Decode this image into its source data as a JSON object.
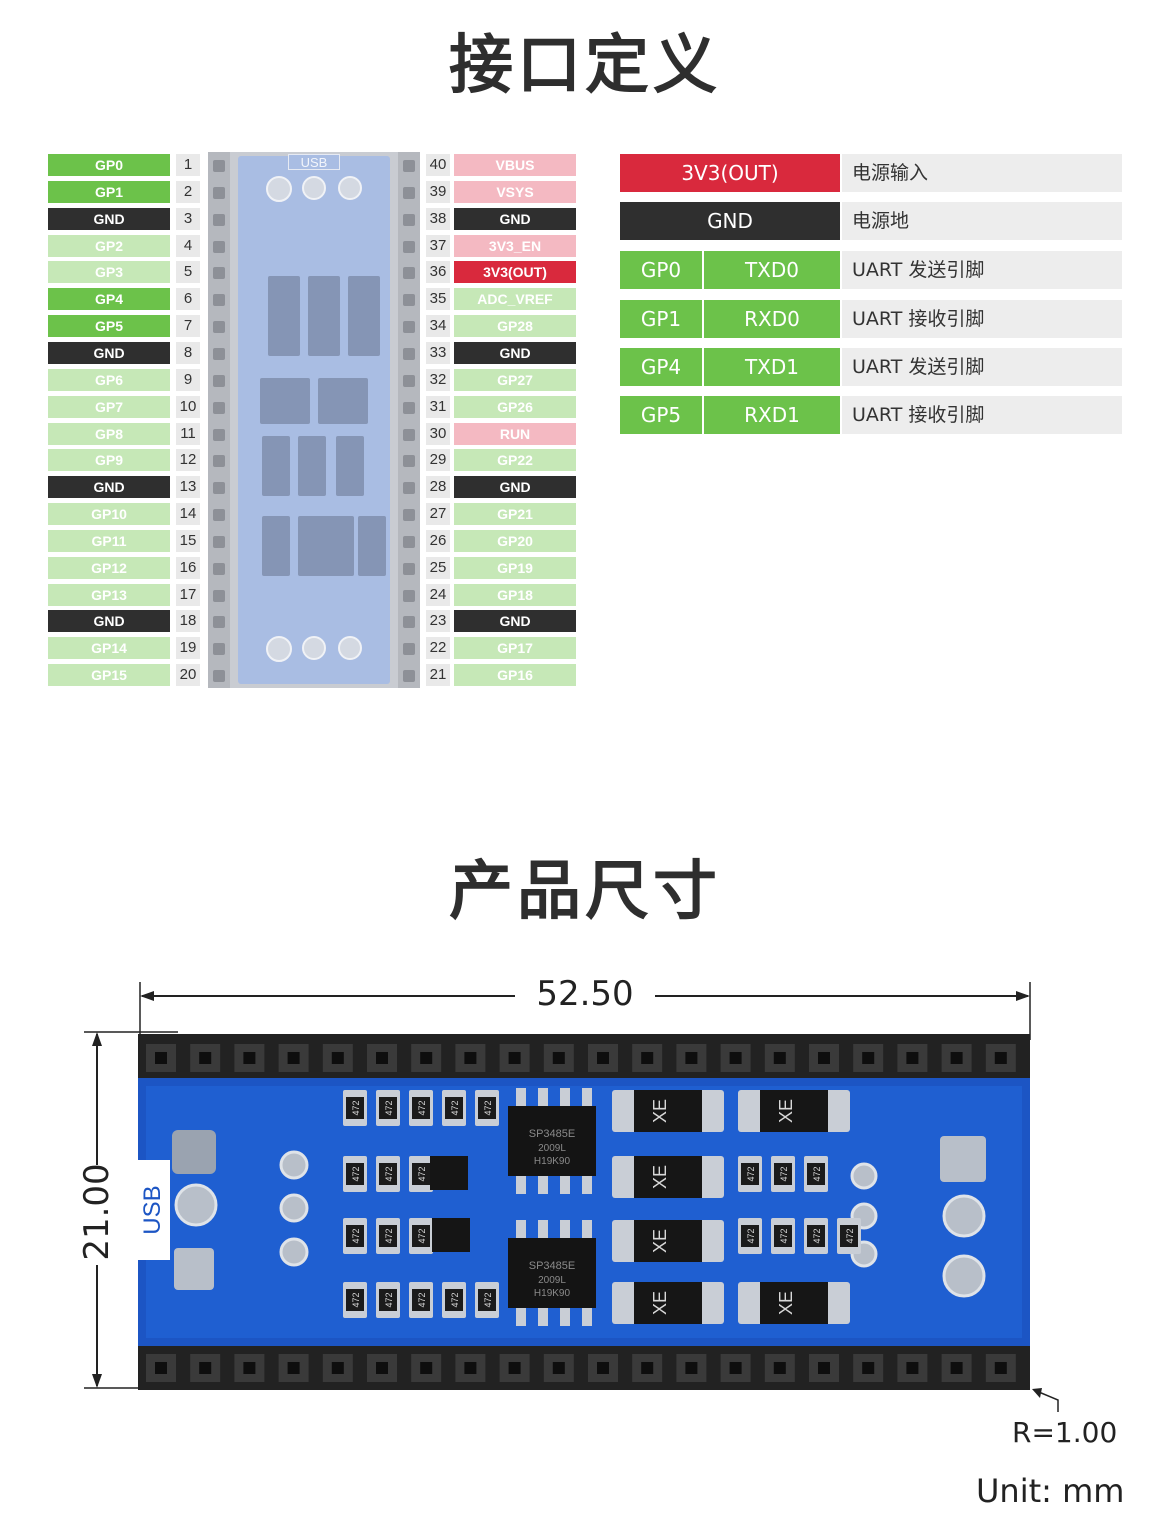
{
  "titles": {
    "interface": "接口定义",
    "dimensions": "产品尺寸"
  },
  "pinout": {
    "left": [
      {
        "label": "GP0",
        "num": "1",
        "type": "gp-strong"
      },
      {
        "label": "GP1",
        "num": "2",
        "type": "gp-strong"
      },
      {
        "label": "GND",
        "num": "3",
        "type": "gnd"
      },
      {
        "label": "GP2",
        "num": "4",
        "type": "gp-light"
      },
      {
        "label": "GP3",
        "num": "5",
        "type": "gp-light"
      },
      {
        "label": "GP4",
        "num": "6",
        "type": "gp-strong"
      },
      {
        "label": "GP5",
        "num": "7",
        "type": "gp-strong"
      },
      {
        "label": "GND",
        "num": "8",
        "type": "gnd"
      },
      {
        "label": "GP6",
        "num": "9",
        "type": "gp-light"
      },
      {
        "label": "GP7",
        "num": "10",
        "type": "gp-light"
      },
      {
        "label": "GP8",
        "num": "11",
        "type": "gp-light"
      },
      {
        "label": "GP9",
        "num": "12",
        "type": "gp-light"
      },
      {
        "label": "GND",
        "num": "13",
        "type": "gnd"
      },
      {
        "label": "GP10",
        "num": "14",
        "type": "gp-light"
      },
      {
        "label": "GP11",
        "num": "15",
        "type": "gp-light"
      },
      {
        "label": "GP12",
        "num": "16",
        "type": "gp-light"
      },
      {
        "label": "GP13",
        "num": "17",
        "type": "gp-light"
      },
      {
        "label": "GND",
        "num": "18",
        "type": "gnd"
      },
      {
        "label": "GP14",
        "num": "19",
        "type": "gp-light"
      },
      {
        "label": "GP15",
        "num": "20",
        "type": "gp-light"
      }
    ],
    "right": [
      {
        "label": "VBUS",
        "num": "40",
        "type": "pwr-light"
      },
      {
        "label": "VSYS",
        "num": "39",
        "type": "pwr-light"
      },
      {
        "label": "GND",
        "num": "38",
        "type": "gnd"
      },
      {
        "label": "3V3_EN",
        "num": "37",
        "type": "pwr-light"
      },
      {
        "label": "3V3(OUT)",
        "num": "36",
        "type": "pwr-red"
      },
      {
        "label": "ADC_VREF",
        "num": "35",
        "type": "gp-light"
      },
      {
        "label": "GP28",
        "num": "34",
        "type": "gp-light"
      },
      {
        "label": "GND",
        "num": "33",
        "type": "gnd"
      },
      {
        "label": "GP27",
        "num": "32",
        "type": "gp-light"
      },
      {
        "label": "GP26",
        "num": "31",
        "type": "gp-light"
      },
      {
        "label": "RUN",
        "num": "30",
        "type": "pwr-light"
      },
      {
        "label": "GP22",
        "num": "29",
        "type": "gp-light"
      },
      {
        "label": "GND",
        "num": "28",
        "type": "gnd"
      },
      {
        "label": "GP21",
        "num": "27",
        "type": "gp-light"
      },
      {
        "label": "GP20",
        "num": "26",
        "type": "gp-light"
      },
      {
        "label": "GP19",
        "num": "25",
        "type": "gp-light"
      },
      {
        "label": "GP18",
        "num": "24",
        "type": "gp-light"
      },
      {
        "label": "GND",
        "num": "23",
        "type": "gnd"
      },
      {
        "label": "GP17",
        "num": "22",
        "type": "gp-light"
      },
      {
        "label": "GP16",
        "num": "21",
        "type": "gp-light"
      }
    ],
    "board_usb_label": "USB"
  },
  "function_table": [
    {
      "cells": [
        "3V3(OUT)"
      ],
      "desc": "电源输入",
      "color": "#d9293d"
    },
    {
      "cells": [
        "GND"
      ],
      "desc": "电源地",
      "color": "#2f2f2f"
    },
    {
      "cells": [
        "GP0",
        "TXD0"
      ],
      "desc": "UART 发送引脚",
      "color": "#6cc24a"
    },
    {
      "cells": [
        "GP1",
        "RXD0"
      ],
      "desc": "UART 接收引脚",
      "color": "#6cc24a"
    },
    {
      "cells": [
        "GP4",
        "TXD1"
      ],
      "desc": "UART 发送引脚",
      "color": "#6cc24a"
    },
    {
      "cells": [
        "GP5",
        "RXD1"
      ],
      "desc": "UART 接收引脚",
      "color": "#6cc24a"
    }
  ],
  "dimensions": {
    "width": "52.50",
    "height": "21.00",
    "radius": "R=1.00",
    "unit": "Unit: mm",
    "usb_label": "USB",
    "chip_label_1": "SP3485E",
    "chip_label_2": "2009L",
    "chip_label_3": "H19K90",
    "tvs_label": "XE",
    "resistor_label": "472"
  },
  "colors": {
    "gp_strong": "#6cc24a",
    "gp_light": "#c6e8b7",
    "gnd": "#2f2f2f",
    "power_light": "#f4b9c2",
    "power_red": "#d9293d",
    "pcb_blue": "#1c55c4"
  }
}
